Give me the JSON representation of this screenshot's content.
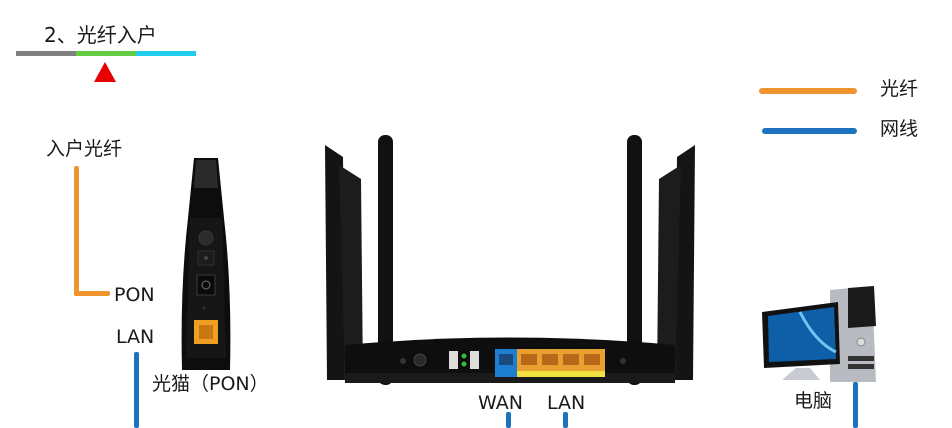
{
  "header": {
    "step_title": "2、光纤入户",
    "progress_segments": [
      {
        "color": "#808080"
      },
      {
        "color": "#66cc44"
      },
      {
        "color": "#22ccee"
      }
    ],
    "marker_color": "#e60000"
  },
  "legend": {
    "items": [
      {
        "label": "光纤",
        "color": "#f0942d"
      },
      {
        "label": "网线",
        "color": "#1e73be"
      }
    ]
  },
  "modem": {
    "incoming_label": "入户光纤",
    "pon_port_label": "PON",
    "lan_port_label": "LAN",
    "device_label": "光猫（PON）"
  },
  "router": {
    "wan_label": "WAN",
    "lan_label": "LAN"
  },
  "computer": {
    "device_label": "电脑"
  },
  "colors": {
    "fiber": "#f0942d",
    "ethernet": "#1e73be"
  }
}
